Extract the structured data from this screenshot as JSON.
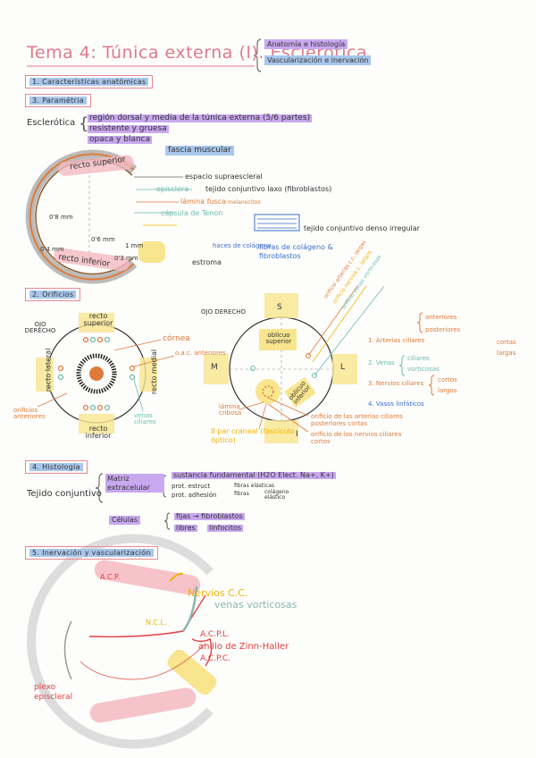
{
  "title": "Tema 4: Túnica externa (I). Esclerótica",
  "subtitles": [
    "Anatomía e histología",
    "Vascularización e inervación"
  ],
  "sections": {
    "s1": "1. Características anatómicas",
    "s3": "3. Paramétria",
    "s2": "2. Orificios",
    "s4": "4. Histología",
    "s5": "5. Inervación y vascularización"
  },
  "param": {
    "label": "Esclerótica",
    "l1": "región dorsal y media de la túnica externa (5/6 partes)",
    "l2": "resistente y gruesa",
    "l3": "opaca y blanca",
    "fascia": "fascia muscular",
    "recto_sup": "recto superior",
    "recto_inf": "recto inferior",
    "e1": "espacio supraescleral",
    "e2": "episclera",
    "e3": "tejido conjuntivo laxo (fibroblastos)",
    "e4": "lámina fusca",
    "e5": "melanocitos",
    "e6": "cápsula de Tenon",
    "e7": "estroma",
    "e8": "tejido conjuntivo denso irregular",
    "e9": "haces de colágeno",
    "e10": "fibras de colágeno & fibroblastos",
    "m1": "0'8 mm",
    "m2": "0'6 mm",
    "m3": "0'3 mm",
    "m4": "1 mm",
    "m5": "0'4 mm"
  },
  "orif": {
    "ojo_der_a": "OJO DERECHO",
    "recto_sup": "recto superior",
    "recto_lat": "recto lateral",
    "recto_med": "recto medial",
    "recto_inf": "recto inferior",
    "cornea": "córnea",
    "oac": "o.a.c. anteriores",
    "orif_ant": "orificios anteriores",
    "venas_ciliares": "venas ciliares",
    "ojo_der_b": "OJO DERECHO",
    "S": "S",
    "M": "M",
    "L": "L",
    "I": "I",
    "oblicuo_sup": "oblicuo superior",
    "oblicuo_inf": "oblicuo inferior",
    "lamina": "lámina cribosa",
    "nervio": "II par craneal (fascículo óptico)",
    "o1": "orificio arterias c.c. largas",
    "o2": "orificio nervios c. largos",
    "o3": "orificio venas vorticosas",
    "o4": "orificio de las arterias ciliares posteriores cortas",
    "o5": "orificio de los nervios ciliares cortos",
    "list": {
      "a1": "1. Arterias ciliares",
      "a1a": "anteriores",
      "a1b": "posteriores",
      "a1c": "cortas",
      "a1d": "largas",
      "a2": "2. Venas",
      "a2a": "ciliares",
      "a2b": "vorticosas",
      "a3": "3. Nervios ciliares",
      "a3a": "cortos",
      "a3b": "largos",
      "a4": "4. Vasos linfáticos"
    }
  },
  "hist": {
    "label": "Tejido conjuntivo",
    "matriz": "Matriz extracelular",
    "sust": "sustancia fundamental (H2O Elect. Na+, K+)",
    "prot_est": "prot. estruct",
    "prot_adh": "prot. adhesión",
    "fibras": "fibras",
    "elast": "fibras elásticas",
    "colag": "colágeno elástico",
    "cel": "Células",
    "fijas": "fijas → fibroblastos",
    "libres": "libres",
    "linf": "linfocitos"
  },
  "inerv": {
    "acp": "A.C.P.",
    "ncc": "Nervios C.C.",
    "vv": "venas vorticosas",
    "ncl": "N.C.L.",
    "acpl": "A.C.P.L.",
    "anillo": "anillo de Zinn-Haller",
    "acpc": "A.C.P.C.",
    "plexo": "plexo episcleral"
  }
}
